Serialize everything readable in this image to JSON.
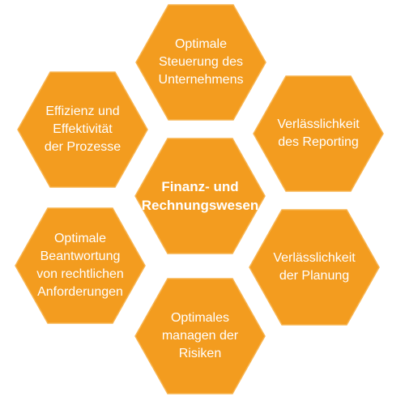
{
  "diagram": {
    "colors": {
      "hex_fill": "#F39C1F",
      "hex_stroke": "#F7B34E",
      "text": "#FFFFFF"
    },
    "hexagons": [
      {
        "id": "top",
        "name": "hex-optimale-steuerung",
        "label": "Optimale\nSteuerung des\nUnternehmens"
      },
      {
        "id": "upper-left",
        "name": "hex-effizienz",
        "label": "Effizienz und\nEffektivität\nder Prozesse"
      },
      {
        "id": "upper-right",
        "name": "hex-verlaesslichkeit-reporting",
        "label": "Verlässlichkeit\ndes Reporting"
      },
      {
        "id": "center",
        "name": "hex-finanz-und-rechnungswesen",
        "label": "Finanz- und\nRechnungswesen"
      },
      {
        "id": "lower-left",
        "name": "hex-optimale-beantwortung",
        "label": "Optimale\nBeantwortung\nvon rechtlichen\nAnforderungen"
      },
      {
        "id": "lower-right",
        "name": "hex-verlaesslichkeit-planung",
        "label": "Verlässlichkeit\nder Planung"
      },
      {
        "id": "bottom",
        "name": "hex-optimales-risikomanagement",
        "label": "Optimales\nmanagen der\nRisiken"
      }
    ]
  }
}
